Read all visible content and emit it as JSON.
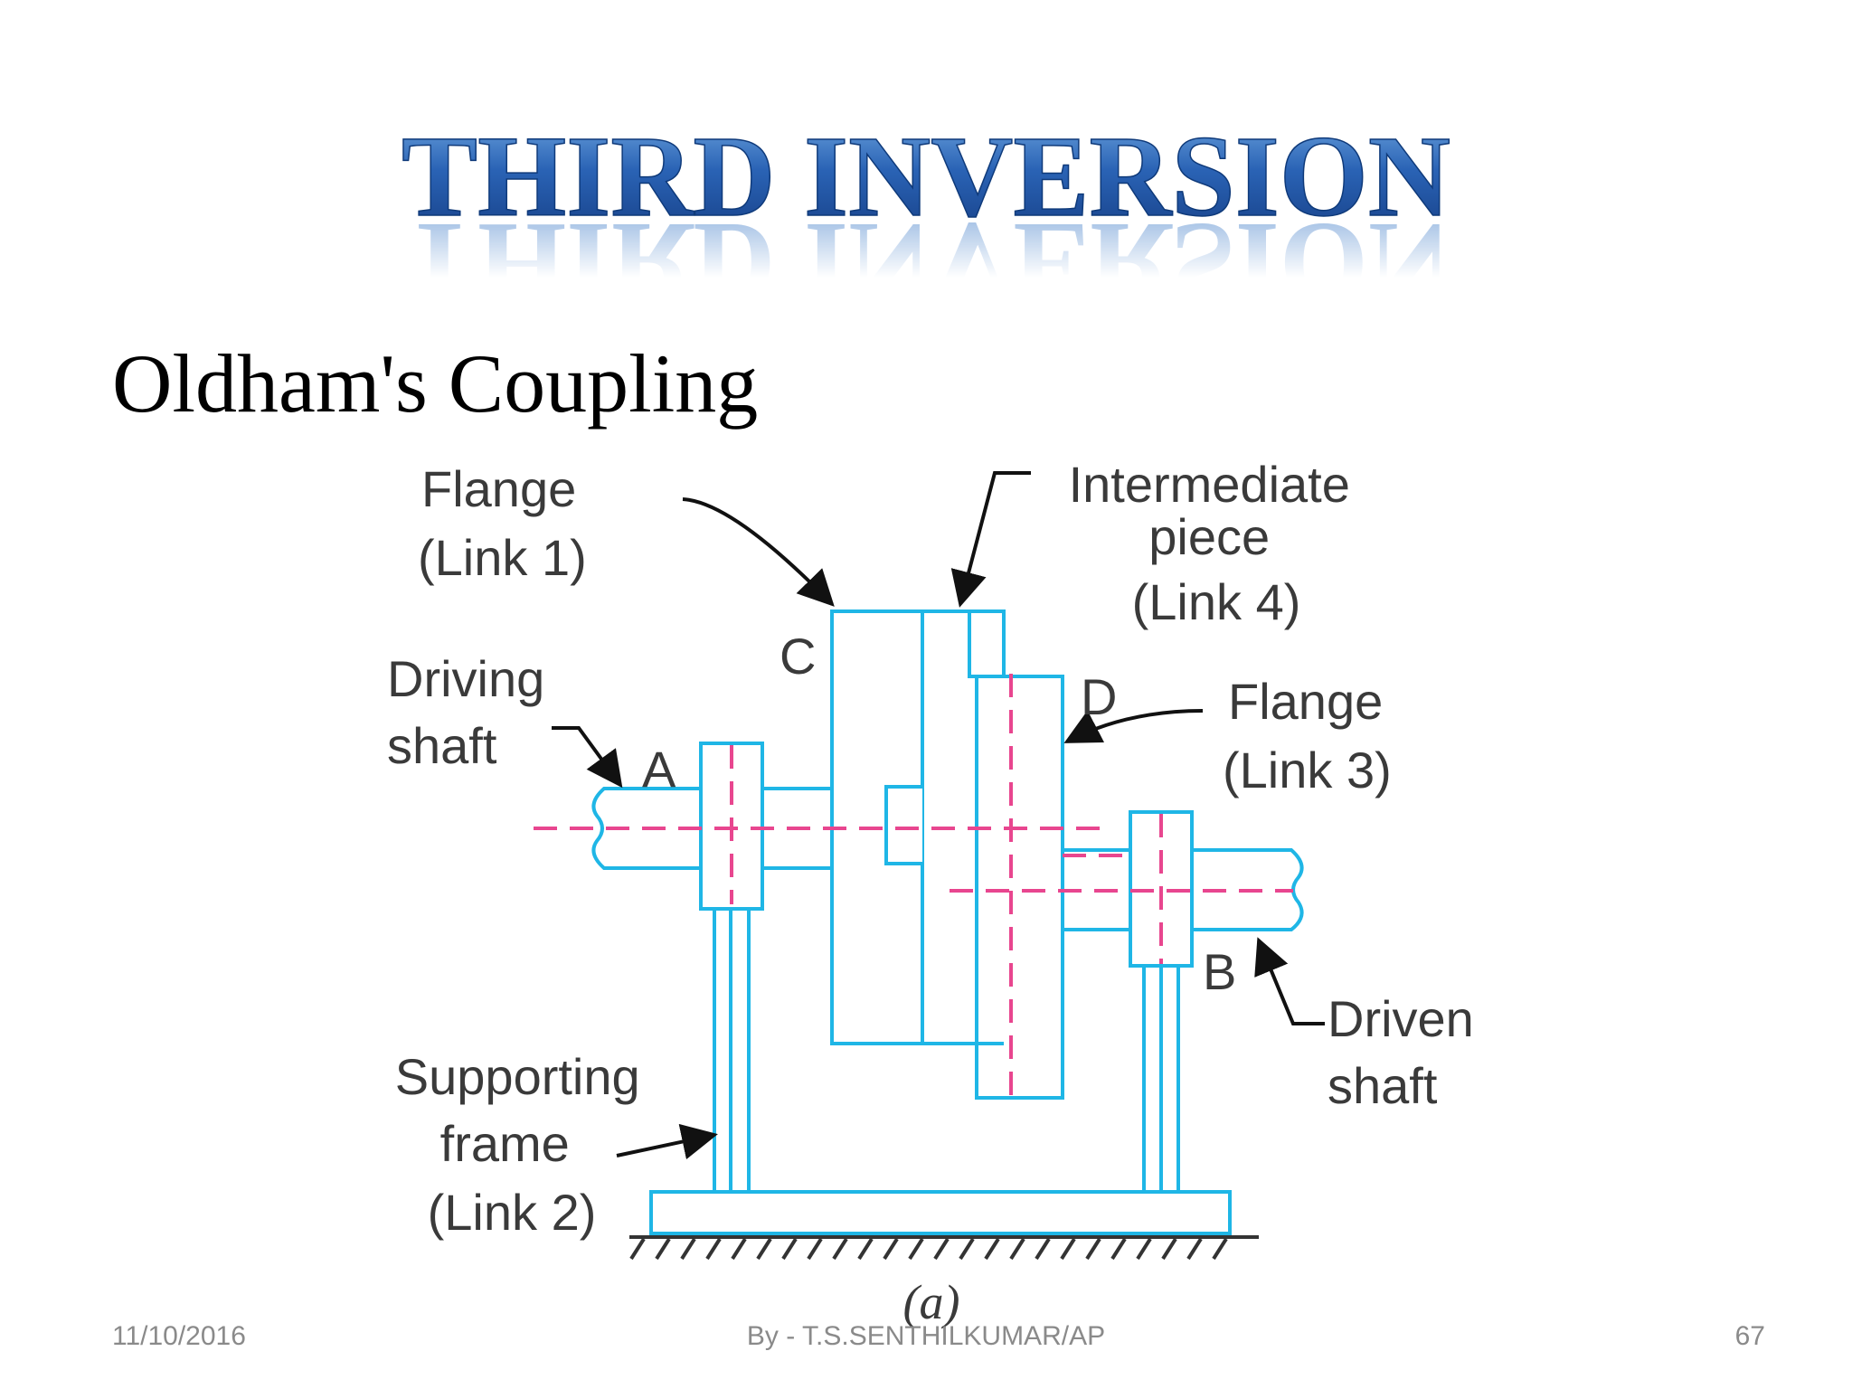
{
  "slide": {
    "title": "THIRD INVERSION",
    "subtitle": "Oldham's Coupling"
  },
  "diagram": {
    "labels": {
      "flange_link1": [
        "Flange",
        "(Link 1)"
      ],
      "intermediate_link4": [
        "Intermediate",
        "piece",
        "(Link 4)"
      ],
      "driving_shaft": [
        "Driving",
        "shaft"
      ],
      "flange_link3": [
        "Flange",
        "(Link 3)"
      ],
      "driven_shaft": [
        "Driven",
        "shaft"
      ],
      "supporting_frame": [
        "Supporting",
        "frame",
        "(Link 2)"
      ],
      "point_a": "A",
      "point_b": "B",
      "point_c": "C",
      "point_d": "D",
      "caption": "(a)"
    },
    "colors": {
      "outline": "#1fb6e6",
      "centerline": "#e8468f",
      "label": "#3a3a3a",
      "arrow": "#111111"
    }
  },
  "footer": {
    "date": "11/10/2016",
    "author": "By - T.S.SENTHILKUMAR/AP",
    "page": "67"
  },
  "theme": {
    "title_dark": "#1b4f9c",
    "title_light": "#6fa6e0"
  }
}
